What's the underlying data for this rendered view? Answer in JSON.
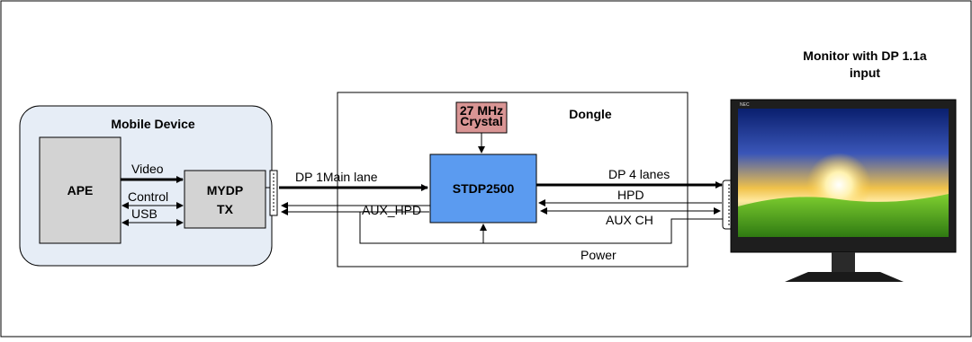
{
  "mobile_device": {
    "title": "Mobile Device",
    "ape": "APE",
    "mydp_line1": "MYDP",
    "mydp_line2": "TX"
  },
  "signals_left": {
    "video": "Video",
    "control": "Control",
    "usb": "USB"
  },
  "dongle": {
    "title": "Dongle",
    "chip": "STDP2500",
    "crystal_line1": "27 MHz",
    "crystal_line2": "Crystal"
  },
  "links": {
    "dp_main": "DP 1Main lane",
    "aux_hpd": "AUX_HPD",
    "dp_4_lanes": "DP 4 lanes",
    "hpd": "HPD",
    "aux_ch": "AUX CH",
    "power": "Power"
  },
  "monitor": {
    "title_line1": "Monitor with DP 1.1a",
    "title_line2": "input",
    "brand": "NEC"
  },
  "colors": {
    "chip_fill": "#5b9bf0",
    "mobile_fill": "#e6edf6",
    "ape_fill": "#d3d3d3",
    "crystal_fill": "#d99594"
  }
}
